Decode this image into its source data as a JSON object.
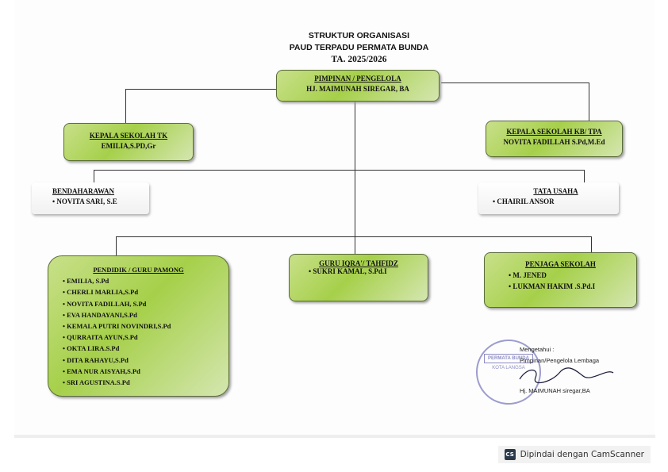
{
  "title": {
    "line1": "STRUKTUR ORGANISASI",
    "line2": "PAUD TERPADU PERMATA BUNDA",
    "line3": "TA. 2025/2026"
  },
  "pimpinan": {
    "heading": "PIMPINAN / PENGELOLA",
    "name": "HJ. MAIMUNAH SIREGAR, BA"
  },
  "kepala_tk": {
    "heading": "KEPALA SEKOLAH TK",
    "name": "EMILIA,S.PD,Gr"
  },
  "kepala_kb": {
    "heading": "KEPALA SEKOLAH KB/ TPA",
    "name": "NOVITA FADILLAH S.Pd,M.Ed"
  },
  "bendahara": {
    "heading": "BENDAHARAWAN",
    "name": "NOVITA SARI, S.E"
  },
  "tata_usaha": {
    "heading": "TATA USAHA",
    "name": "CHAIRIL ANSOR"
  },
  "pendidik": {
    "heading": "PENDIDIK / GURU PAMONG",
    "items": [
      "EMILIA, S.Pd",
      "CHERLI MARLIA,S.Pd",
      "NOVITA FADILLAH, S.Pd",
      "EVA HANDAYANI,S.Pd",
      "KEMALA PUTRI NOVINDRI,S.Pd",
      "QURRAITA AYUN,S.Pd",
      "OKTA LIRA.S.Pd",
      "DITA RAHAYU,S.Pd",
      "EMA NUR AISYAH,S.Pd",
      "SRI AGUSTINA.S.Pd"
    ]
  },
  "guru_iqra": {
    "heading": "GURU IQRA'/ TAHFIDZ",
    "name": "SUKRI KAMAL, S.Pd.I"
  },
  "penjaga": {
    "heading": "PENJAGA SEKOLAH",
    "items": [
      "M. JENED",
      "LUKMAN HAKIM .S.Pd.I"
    ]
  },
  "signature": {
    "label": "Mengetahui :",
    "role": "Pimpinan/Pengelola Lembaga",
    "name": "Hj. MAIMUNAH siregar,BA",
    "stamp_text": "PAUD TERPADU PERMATA BUNDA KOTA LANGSA"
  },
  "footer": {
    "badge": "CS",
    "text": "Dipindai dengan CamScanner"
  }
}
